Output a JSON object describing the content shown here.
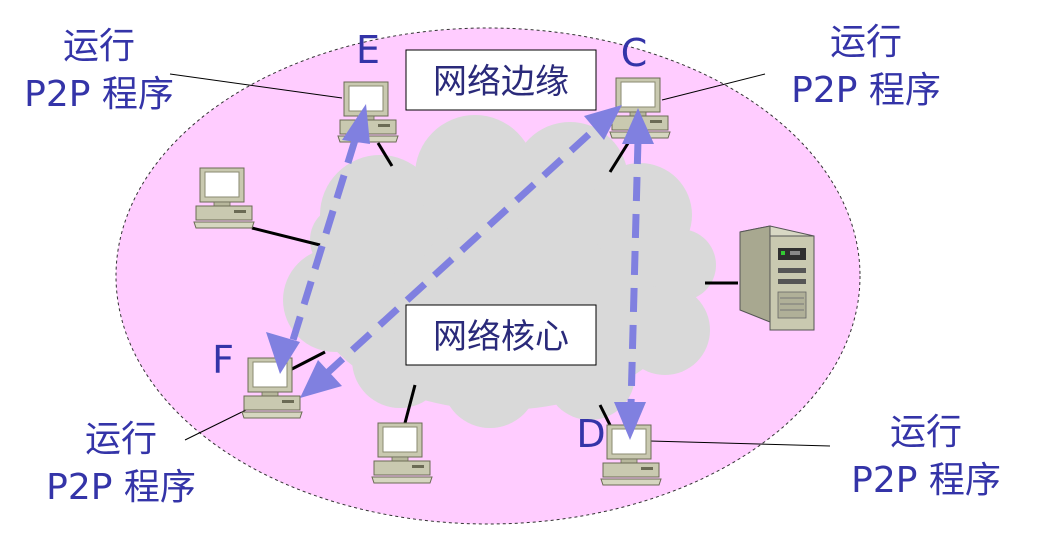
{
  "edge_label": "网络边缘",
  "core_label": "网络核心",
  "nodes": {
    "E": "E",
    "C": "C",
    "F": "F",
    "D": "D"
  },
  "p2p_labels": {
    "top_left": {
      "line1": "运行",
      "line2": "P2P 程序"
    },
    "top_right": {
      "line1": "运行",
      "line2": "P2P 程序"
    },
    "bottom_left": {
      "line1": "运行",
      "line2": "P2P 程序"
    },
    "bottom_right": {
      "line1": "运行",
      "line2": "P2P 程序"
    }
  },
  "colors": {
    "edge_fill": "#ffccff",
    "cloud_fill": "#d9d9d9",
    "arrow": "#8080e0",
    "text": "#3434a8"
  }
}
